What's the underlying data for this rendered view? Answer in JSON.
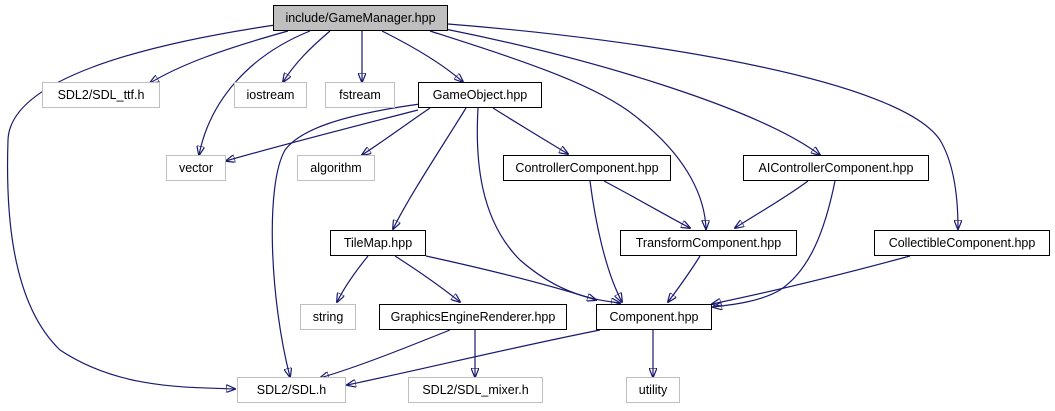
{
  "colors": {
    "edge": "#191970",
    "root_fill": "#bfbfbf",
    "node_border": "#000000",
    "external_border": "#bfbfbf"
  },
  "nodes": {
    "root": "include/GameManager.hpp",
    "sdl_ttf": "SDL2/SDL_ttf.h",
    "iostream": "iostream",
    "fstream": "fstream",
    "gameobject": "GameObject.hpp",
    "vector": "vector",
    "algorithm": "algorithm",
    "controllercomp": "ControllerComponent.hpp",
    "aicontrollercomp": "AIControllerComponent.hpp",
    "tilemap": "TileMap.hpp",
    "transformcomp": "TransformComponent.hpp",
    "collectiblecomp": "CollectibleComponent.hpp",
    "string": "string",
    "graphicsrenderer": "GraphicsEngineRenderer.hpp",
    "component": "Component.hpp",
    "sdl": "SDL2/SDL.h",
    "sdl_mixer": "SDL2/SDL_mixer.h",
    "utility": "utility"
  }
}
